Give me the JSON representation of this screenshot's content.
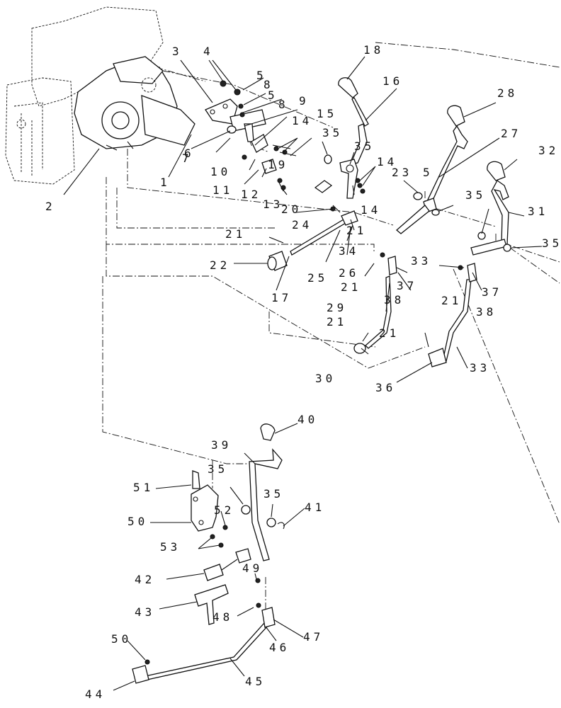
{
  "callouts": [
    {
      "id": "c1",
      "text": "1"
    },
    {
      "id": "c2",
      "text": "2"
    },
    {
      "id": "c3",
      "text": "3"
    },
    {
      "id": "c4",
      "text": "4"
    },
    {
      "id": "c5a",
      "text": "5"
    },
    {
      "id": "c5b",
      "text": "5"
    },
    {
      "id": "c6",
      "text": "6"
    },
    {
      "id": "c7",
      "text": "7"
    },
    {
      "id": "c8a",
      "text": "8"
    },
    {
      "id": "c8b",
      "text": "8"
    },
    {
      "id": "c9",
      "text": "9"
    },
    {
      "id": "c10",
      "text": "10"
    },
    {
      "id": "c11",
      "text": "11"
    },
    {
      "id": "c12",
      "text": "12"
    },
    {
      "id": "c13",
      "text": "13"
    },
    {
      "id": "c14a",
      "text": "14"
    },
    {
      "id": "c14b",
      "text": "14"
    },
    {
      "id": "c14c",
      "text": "14"
    },
    {
      "id": "c15",
      "text": "15"
    },
    {
      "id": "c16",
      "text": "16"
    },
    {
      "id": "c17",
      "text": "17"
    },
    {
      "id": "c18",
      "text": "18"
    },
    {
      "id": "c19",
      "text": "19"
    },
    {
      "id": "c20",
      "text": "20"
    },
    {
      "id": "c21a",
      "text": "21"
    },
    {
      "id": "c21b",
      "text": "21"
    },
    {
      "id": "c21c",
      "text": "21"
    },
    {
      "id": "c21d",
      "text": "21"
    },
    {
      "id": "c21e",
      "text": "21"
    },
    {
      "id": "c21f",
      "text": "21"
    },
    {
      "id": "c22",
      "text": "22"
    },
    {
      "id": "c23",
      "text": "23"
    },
    {
      "id": "c24",
      "text": "24"
    },
    {
      "id": "c25",
      "text": "25"
    },
    {
      "id": "c26",
      "text": "26"
    },
    {
      "id": "c27",
      "text": "27"
    },
    {
      "id": "c28",
      "text": "28"
    },
    {
      "id": "c29",
      "text": "29"
    },
    {
      "id": "c30",
      "text": "30"
    },
    {
      "id": "c31",
      "text": "31"
    },
    {
      "id": "c32",
      "text": "32"
    },
    {
      "id": "c33a",
      "text": "33"
    },
    {
      "id": "c33b",
      "text": "33"
    },
    {
      "id": "c34",
      "text": "34"
    },
    {
      "id": "c35a",
      "text": "35"
    },
    {
      "id": "c35b",
      "text": "35"
    },
    {
      "id": "c35c",
      "text": "5"
    },
    {
      "id": "c35d",
      "text": "35"
    },
    {
      "id": "c35e",
      "text": "35"
    },
    {
      "id": "c35f",
      "text": "35"
    },
    {
      "id": "c35g",
      "text": "35"
    },
    {
      "id": "c36",
      "text": "36"
    },
    {
      "id": "c37a",
      "text": "37"
    },
    {
      "id": "c37b",
      "text": "37"
    },
    {
      "id": "c38a",
      "text": "38"
    },
    {
      "id": "c38b",
      "text": "38"
    },
    {
      "id": "c39",
      "text": "39"
    },
    {
      "id": "c40",
      "text": "40"
    },
    {
      "id": "c41",
      "text": "41"
    },
    {
      "id": "c42",
      "text": "42"
    },
    {
      "id": "c43",
      "text": "43"
    },
    {
      "id": "c44",
      "text": "44"
    },
    {
      "id": "c45",
      "text": "45"
    },
    {
      "id": "c46",
      "text": "46"
    },
    {
      "id": "c47",
      "text": "47"
    },
    {
      "id": "c48",
      "text": "48"
    },
    {
      "id": "c49",
      "text": "49"
    },
    {
      "id": "c50a",
      "text": "50"
    },
    {
      "id": "c50b",
      "text": "50"
    },
    {
      "id": "c51",
      "text": "51"
    },
    {
      "id": "c52",
      "text": "52"
    },
    {
      "id": "c53",
      "text": "53"
    }
  ]
}
